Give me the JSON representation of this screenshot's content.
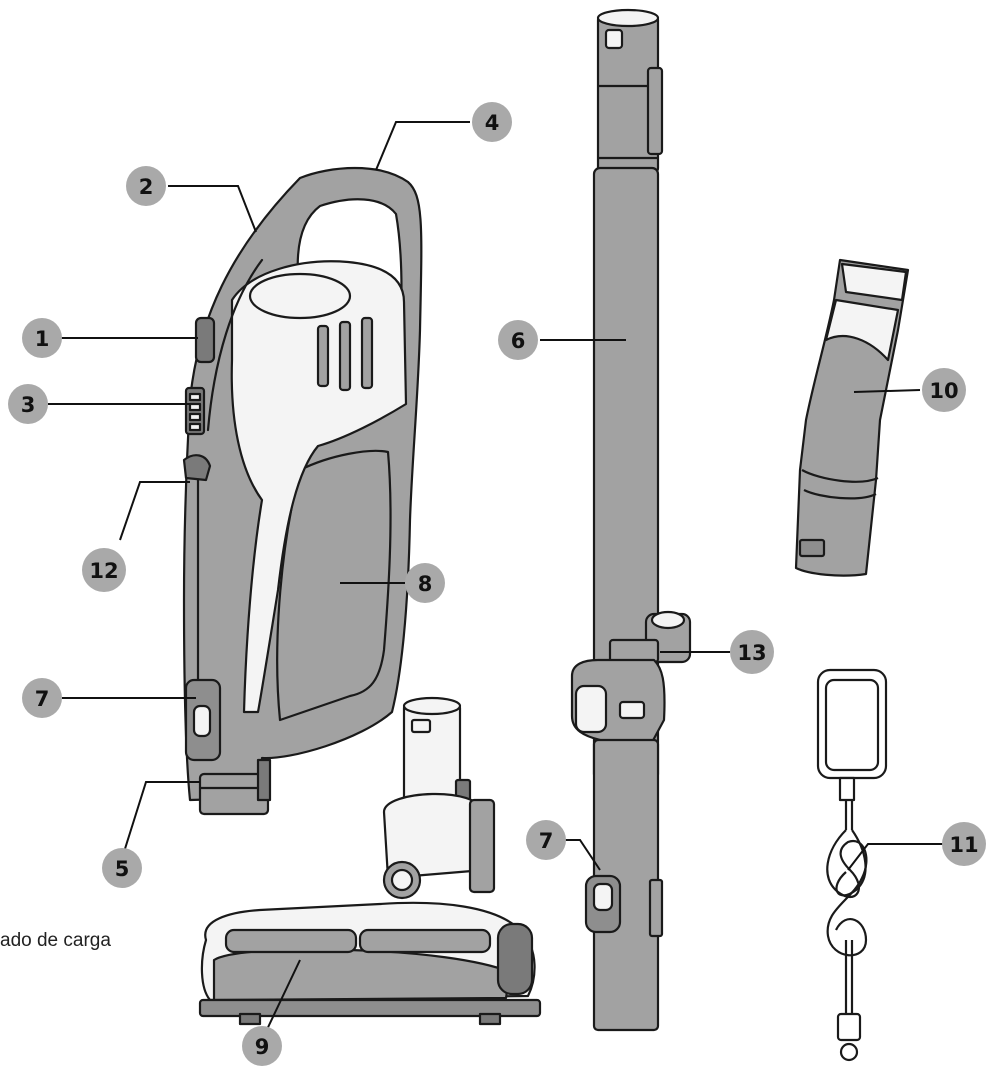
{
  "colors": {
    "badge_fill": "#a9a9a9",
    "part_fill": "#a2a2a2",
    "part_light": "#f4f4f4",
    "outline": "#1a1a1a",
    "leader": "#111111"
  },
  "callouts": {
    "c1": "1",
    "c2": "2",
    "c3": "3",
    "c4": "4",
    "c5": "5",
    "c6": "6",
    "c7a": "7",
    "c7b": "7",
    "c8": "8",
    "c9": "9",
    "c10": "10",
    "c11": "11",
    "c12": "12",
    "c13": "13"
  },
  "caption": "ado de carga",
  "icons": {
    "handheld": "handheld-vacuum-icon",
    "tube": "extension-tube-icon",
    "floorhead": "floor-brush-head-icon",
    "crevice": "crevice-tool-icon",
    "charger": "charger-adapter-icon"
  }
}
